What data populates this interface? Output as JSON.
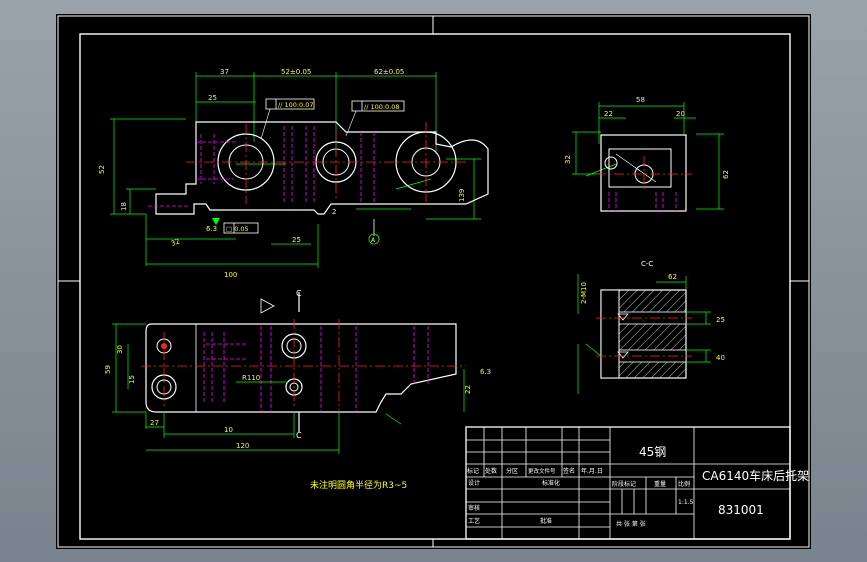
{
  "drawing": {
    "material": "45钢",
    "part_name": "CA6140车床后托架",
    "drawing_number": "831001",
    "scale": "1:1.5",
    "note": "未注明圆角半径为R3~5"
  },
  "title_block": {
    "header_cells": [
      "标记",
      "处数",
      "分区",
      "更改文件号",
      "签名",
      "年.月.日"
    ],
    "row_labels": [
      "设计",
      "标准化",
      "审核",
      "工艺",
      "批准"
    ],
    "stage_labels": [
      "阶段标记",
      "重量",
      "比例"
    ],
    "sheets": "共   张   第   张"
  },
  "views": {
    "section_title": "C-C",
    "section_markers": [
      "C",
      "C"
    ],
    "datum_label": "A"
  },
  "dimensions": {
    "front": [
      "37",
      "52±0.05",
      "62±0.05",
      "25",
      "100",
      "52",
      "32",
      "139",
      "18",
      "25",
      "2",
      "6.3"
    ],
    "tolerance_frames": [
      "// 100:0.07",
      "// 100:0.08",
      "□ 0.05"
    ],
    "side": [
      "58",
      "22",
      "62",
      "32",
      "20"
    ],
    "section": [
      "62",
      "25",
      "40",
      "2-M10"
    ],
    "plan": [
      "30",
      "59",
      "15",
      "27",
      "10",
      "22",
      "6.3",
      "R110",
      "120"
    ]
  },
  "colors": {
    "background": "#000000",
    "outline": "#ffffff",
    "dimension": "#00ff00",
    "center_line": "#ff2020",
    "hidden_line": "#ff00ff",
    "text": "#ffff00"
  }
}
